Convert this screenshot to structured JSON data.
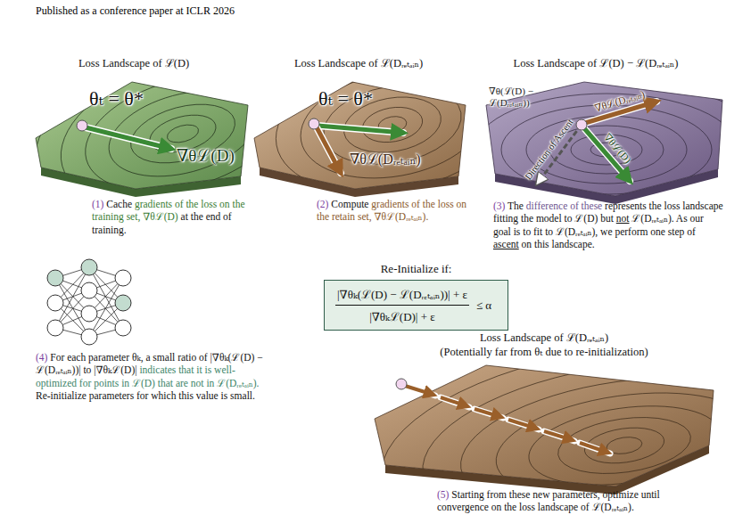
{
  "diagram": {
    "nodes": [
      {
        "text": [
          "Re-Initialize if:",
          "|∇θₖ(ℒ(D) − ℒ(Dᵣₑₜₐᵢₙ))| + ε",
          "|∇θₖℒ(D)| + ε",
          "≤ α"
        ]
      }
    ],
    "labels": [
      "Published as a conference paper at ICLR 2026",
      "Loss Landscape of ℒ(D)",
      "θₜ = θ*",
      "∇θℒ(D)",
      "(1)",
      "Cache",
      "gradients of the loss on the training set, ∇θℒ(D)",
      "at the end of training.",
      "Loss Landscape of ℒ(Dᵣₑₜₐᵢₙ)",
      "θₜ = θ*",
      "∇θℒ(Dᵣₑₜₐᵢₙ)",
      "(2)",
      "Compute",
      "gradients of the loss on the retain set, ∇θℒ(Dᵣₑₜₐᵢₙ).",
      "Loss Landscape of ℒ(D) − ℒ(Dᵣₑₜₐᵢₙ)",
      "∇θ(ℒ(D) − ℒ(Dᵣₑₜₐᵢₙ))",
      "Direction of Ascent",
      "∇θℒ(Dᵣₑₜₐᵢₙ)",
      "∇θℒ(D)",
      "(3)",
      "The",
      "difference of these",
      "represents the loss landscape fitting the model to ℒ(D) but",
      "not",
      "ℒ(Dᵣₑₜₐᵢₙ). As our goal is to fit to ℒ(Dᵣₑₜₐᵢₙ), we perform one step of",
      "ascent",
      "on this landscape.",
      "(4)",
      "For each parameter θₖ, a small ratio of |∇θₖ(ℒ(D) − ℒ(Dᵣₑₜₐᵢₙ))| to |∇θₖℒ(D)|",
      "indicates that it is well-optimized for points in ℒ(D) that are not in ℒ(Dᵣₑₜₐᵢₙ).",
      "Re-initialize parameters for which this value is small.",
      "Loss Landscape of ℒ(Dᵣₑₜₐᵢₙ)",
      "(Potentially far from θₜ due to re-initialization)",
      "(5)",
      "Starting from these new parameters, optimize until convergence on the loss landscape of ℒ(Dᵣₑₜₐᵢₙ)."
    ]
  }
}
